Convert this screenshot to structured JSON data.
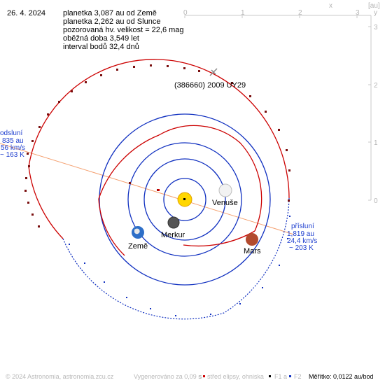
{
  "date": "26. 4. 2024",
  "info_lines": [
    "planetka 3,087 au od Země",
    "planetka 2,262 au od Slunce",
    "pozorovaná hv. velikost = 22,6 mag",
    "oběžná doba 3,549 let",
    "interval bodů 32,4 dnů"
  ],
  "axes": {
    "x_unit": "x",
    "y_unit": "[au]",
    "x_ticks": [
      "0",
      "1",
      "2",
      "3"
    ],
    "y_ticks": [
      "3",
      "2",
      "1",
      "0"
    ],
    "y_axis_letter": "y"
  },
  "labels": {
    "asteroid": "(386660) 2009 UY29",
    "venus": "Venuše",
    "mercury": "Merkur",
    "earth": "Země",
    "mars": "Mars"
  },
  "perihelion": {
    "title": "přísluní",
    "distance": "1,819 au",
    "speed": "24,4 km/s",
    "temp": "~ 203 K"
  },
  "aphelion": {
    "title": "odsluní",
    "distance": "835 au",
    "speed": "56 km/s",
    "temp": "~ 163 K"
  },
  "footer": {
    "copyright": "© 2024 Astronomia, astronomia.zcu.cz",
    "generated": "Vygenerováno za 0,09 s",
    "legend_s": "s",
    "legend_center": "střed elipsy, ohniska",
    "legend_f1": "F1",
    "legend_a": "a",
    "legend_f2": "F2",
    "scale": "Měřítko: 0,0122 au/bod"
  },
  "colors": {
    "asteroid_orbit": "#cc0000",
    "earth_orbit": "#1030c0",
    "apsis_line": "#f4a070",
    "sun": "#ffd700",
    "axis_grey": "#c8c8c8"
  }
}
